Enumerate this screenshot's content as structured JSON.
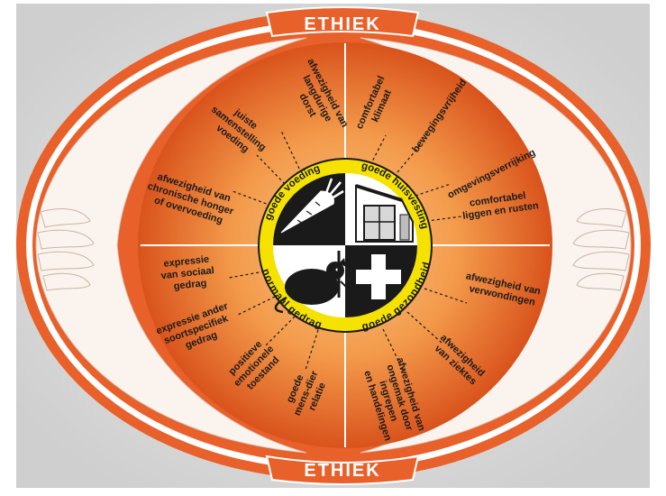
{
  "banner_top": "ETHIEK",
  "banner_bottom": "ETHIEK",
  "quadrants": {
    "voeding": {
      "title": "goede voeding",
      "icon": "carrot-icon",
      "items": [
        [
          "afwezigheid van",
          "langdurige",
          "dorst"
        ],
        [
          "juiste",
          "samenstelling",
          "voeding"
        ],
        [
          "afwezigheid van",
          "chronische honger",
          "of overvoeding"
        ]
      ]
    },
    "huisvesting": {
      "title": "goede huisvesting",
      "icon": "barn-icon",
      "items": [
        [
          "comfortabel",
          "klimaat"
        ],
        [
          "bewegingsvrijheid"
        ],
        [
          "omgevingsverrijking"
        ],
        [
          "comfortabel",
          "liggen en rusten"
        ]
      ]
    },
    "gedrag": {
      "title": "normaal gedrag",
      "icon": "rat-icon",
      "items": [
        [
          "expressie",
          "van sociaal",
          "gedrag"
        ],
        [
          "expressie ander",
          "soortspecifiek",
          "gedrag"
        ],
        [
          "positieve",
          "emotionele",
          "toestand"
        ],
        [
          "goede",
          "mens-dier",
          "relatie"
        ]
      ]
    },
    "gezondheid": {
      "title": "goede gezondheid",
      "icon": "medical-cross-icon",
      "items": [
        [
          "afwezigheid van",
          "verwondingen"
        ],
        [
          "afwezigheid",
          "van ziektes"
        ],
        [
          "afwezigheid van",
          "ongemak door",
          "ingrepen",
          "en handelingen"
        ]
      ]
    }
  },
  "colors": {
    "orange_dark": "#d9531c",
    "orange_light": "#f7a85a",
    "yellow": "#f5e200",
    "frame": "#e8602a",
    "hands": "#fbf4ee",
    "background": "#d9d9d9"
  }
}
